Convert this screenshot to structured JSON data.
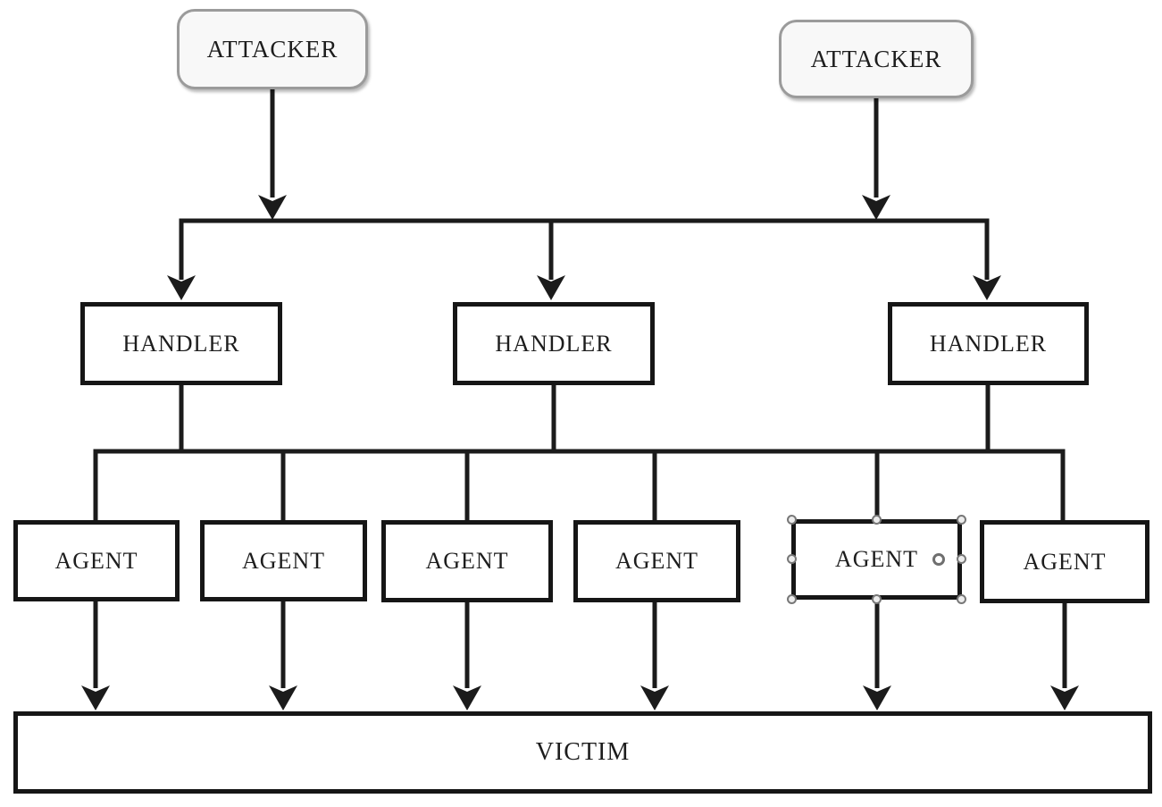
{
  "diagram": {
    "attackers": [
      {
        "label": "ATTACKER"
      },
      {
        "label": "ATTACKER"
      }
    ],
    "handlers": [
      {
        "label": "HANDLER"
      },
      {
        "label": "HANDLER"
      },
      {
        "label": "HANDLER"
      }
    ],
    "agents": [
      {
        "label": "AGENT",
        "selected": false
      },
      {
        "label": "AGENT",
        "selected": false
      },
      {
        "label": "AGENT",
        "selected": false
      },
      {
        "label": "AGENT",
        "selected": false
      },
      {
        "label": "AGENT",
        "selected": true
      },
      {
        "label": "AGENT",
        "selected": false
      }
    ],
    "victim": {
      "label": "VICTIM"
    },
    "colors": {
      "background": "#ffffff",
      "line": "#1b1b1b",
      "box_border": "#161616",
      "box_fill": "#ffffff",
      "attacker_border": "#9b9b9b",
      "attacker_fill": "#f8f8f8",
      "selection_handle": "#777777",
      "text": "#1d1d1d"
    }
  }
}
